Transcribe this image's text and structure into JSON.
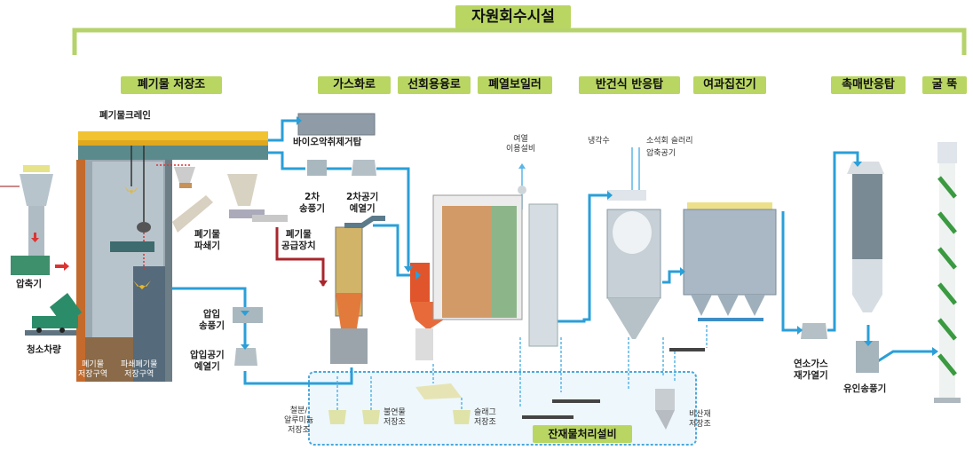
{
  "title": "자원회수시설",
  "sections": [
    {
      "id": "storage",
      "label": "폐기물 저장조"
    },
    {
      "id": "gasifier",
      "label": "가스화로"
    },
    {
      "id": "melting",
      "label": "선회용융로"
    },
    {
      "id": "boiler",
      "label": "폐열보일러"
    },
    {
      "id": "semidry",
      "label": "반건식 반응탑"
    },
    {
      "id": "bagfilter",
      "label": "여과집진기"
    },
    {
      "id": "scr",
      "label": "촉매반응탑"
    },
    {
      "id": "stack",
      "label": "굴 뚝"
    }
  ],
  "residue_section": "잔재물처리설비",
  "labels": {
    "crane": "폐기물크레인",
    "bio_deodorizer": "바이오악취제거탑",
    "secondary_fan": "2차\n송풍기",
    "secondary_air_heater": "2차공기\n예열기",
    "crusher": "폐기물\n파쇄기",
    "feeder": "폐기물\n공급장치",
    "compactor": "압축기",
    "garbage_truck": "청소차량",
    "storage_zone_1": "폐기물\n저장구역",
    "storage_zone_2": "파쇄폐기물\n저장구역",
    "forced_fan": "압입\n송풍기",
    "forced_air_heater": "압입공기\n예열기",
    "waste_heat_use": "여열\n이용설비",
    "cooling_water": "냉각수",
    "lime_slurry": "소석회 슬러리",
    "compressed_air": "압축공기",
    "flue_gas_reheater": "연소가스\n재가열기",
    "induced_fan": "유인송풍기",
    "iron_al_storage": "철분/\n알루미늄\n저장조",
    "noncombustible_storage": "불연물\n저장조",
    "slag_storage": "슬래그\n저장조",
    "fly_ash_storage": "비산재\n저장조"
  },
  "colors": {
    "header_bg": "#b9d663",
    "bracket": "#b5d36a",
    "flow_line": "#2a9fd8",
    "dashed_line": "#5ab6e6",
    "waste_line": "#a8272d",
    "crane_yellow": "#f1c232"
  }
}
